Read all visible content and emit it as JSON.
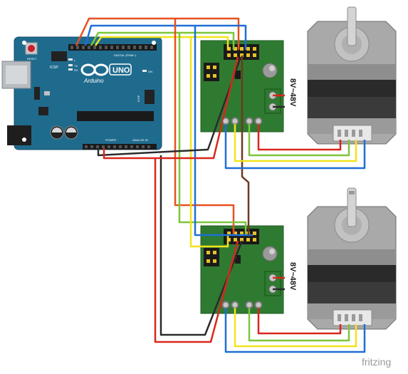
{
  "arduino": {
    "brand": "Arduino",
    "model": "UNO",
    "reset_label": "RESET",
    "icsp_label": "ICSP",
    "icsp2_label": "ICSP",
    "digital_label": "DIGITAL (PWM~)",
    "power_label": "POWER",
    "analog_label": "ANALOG IN",
    "on_label": "ON",
    "tx_label": "TX",
    "rx_label": "RX",
    "l_label": "L"
  },
  "driver_top": {
    "voltage_label": "8V~48V"
  },
  "driver_bottom": {
    "voltage_label": "8V~48V"
  },
  "watermark": "fritzing",
  "colors": {
    "wire_red": "#d9271c",
    "wire_orange": "#e8501e",
    "wire_blue": "#1f6fd6",
    "wire_green": "#7dc63b",
    "wire_yellow": "#f2e31c",
    "wire_black": "#2b2b2b",
    "wire_brown": "#6b3a1f",
    "arduino_board": "#1f6b8e",
    "driver_board": "#2f7a31"
  }
}
